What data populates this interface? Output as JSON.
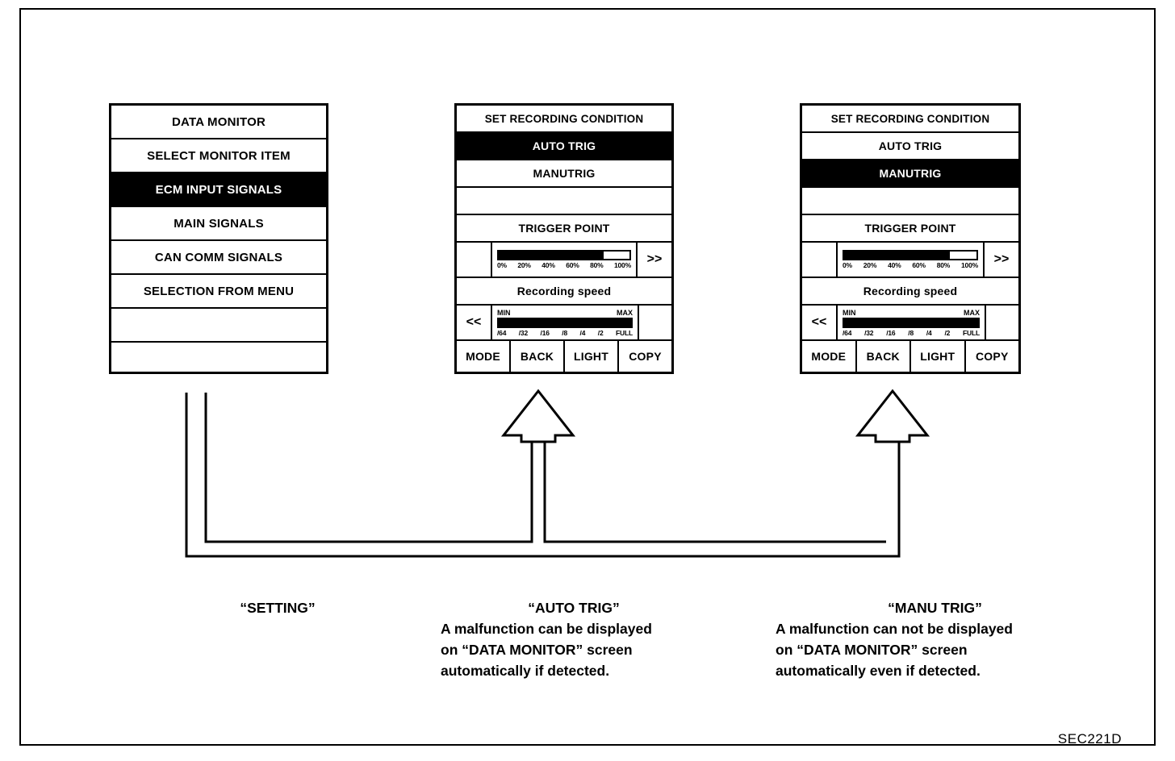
{
  "figure": {
    "code": "SEC221D"
  },
  "panels": {
    "setting": {
      "name": "SETTING",
      "rows": [
        {
          "label": "DATA MONITOR",
          "selected": false
        },
        {
          "label": "SELECT MONITOR ITEM",
          "selected": false
        },
        {
          "label": "ECM INPUT SIGNALS",
          "selected": true
        },
        {
          "label": "MAIN SIGNALS",
          "selected": false
        },
        {
          "label": "CAN COMM SIGNALS",
          "selected": false
        },
        {
          "label": "SELECTION FROM MENU",
          "selected": false
        },
        {
          "label": "",
          "selected": false
        },
        {
          "label": "",
          "selected": false
        }
      ]
    },
    "auto_trig": {
      "title": "SET RECORDING CONDITION",
      "options": [
        {
          "label": "AUTO TRIG",
          "selected": true
        },
        {
          "label": "MANUTRIG",
          "selected": false
        },
        {
          "label": "",
          "selected": false
        }
      ],
      "trigger_point": {
        "label": "TRIGGER POINT",
        "fill_percent": 80,
        "ticks": [
          "0%",
          "20%",
          "40%",
          "60%",
          "80%",
          "100%"
        ],
        "next_button": ">>"
      },
      "recording_speed": {
        "label": "Recording speed",
        "fill_percent": 100,
        "min_label": "MIN",
        "max_label": "MAX",
        "ticks": [
          "/64",
          "/32",
          "/16",
          "/8",
          "/4",
          "/2",
          "FULL"
        ],
        "prev_button": "<<"
      },
      "buttons": [
        "MODE",
        "BACK",
        "LIGHT",
        "COPY"
      ]
    },
    "manu_trig": {
      "title": "SET RECORDING CONDITION",
      "options": [
        {
          "label": "AUTO TRIG",
          "selected": false
        },
        {
          "label": "MANUTRIG",
          "selected": true
        },
        {
          "label": "",
          "selected": false
        }
      ],
      "trigger_point": {
        "label": "TRIGGER POINT",
        "fill_percent": 80,
        "ticks": [
          "0%",
          "20%",
          "40%",
          "60%",
          "80%",
          "100%"
        ],
        "next_button": ">>"
      },
      "recording_speed": {
        "label": "Recording speed",
        "fill_percent": 100,
        "min_label": "MIN",
        "max_label": "MAX",
        "ticks": [
          "/64",
          "/32",
          "/16",
          "/8",
          "/4",
          "/2",
          "FULL"
        ],
        "prev_button": "<<"
      },
      "buttons": [
        "MODE",
        "BACK",
        "LIGHT",
        "COPY"
      ]
    }
  },
  "captions": {
    "setting": {
      "heading": "“SETTING”",
      "lines": []
    },
    "auto": {
      "heading": "“AUTO TRIG”",
      "line1": "A malfunction can be displayed",
      "line2": "on “DATA MONITOR” screen",
      "line3": "automatically if detected."
    },
    "manu": {
      "heading": "“MANU TRIG”",
      "line1": "A malfunction can not be displayed",
      "line2": "on “DATA MONITOR” screen",
      "line3": "automatically even if detected."
    }
  },
  "colors": {
    "ink": "#000000",
    "paper": "#ffffff"
  }
}
